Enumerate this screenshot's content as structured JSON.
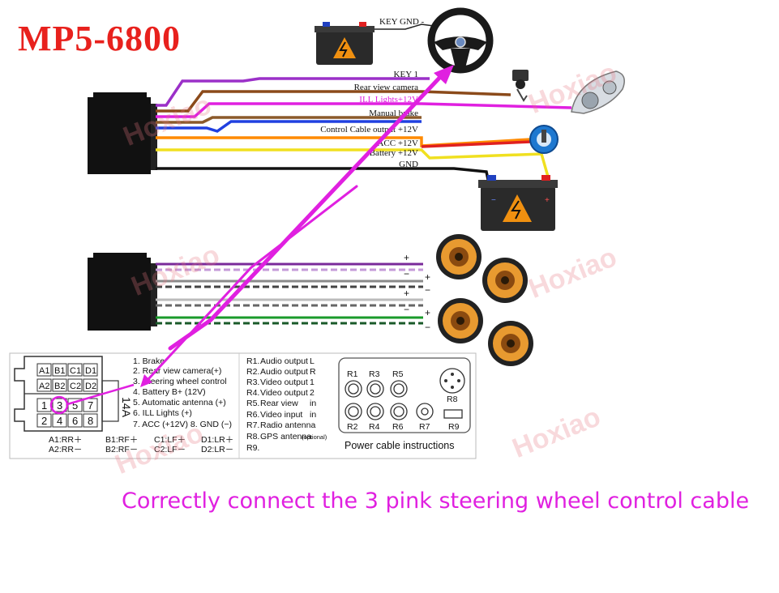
{
  "title": "MP5-6800",
  "watermark": "Hoxiao",
  "caption": "Correctly connect the 3 pink steering wheel control cable",
  "key_gnd_label": "KEY GND -",
  "harness_wires": [
    {
      "label": "KEY 1",
      "color": "#9b30c8"
    },
    {
      "label": "Rear view camera",
      "color": "#8b4a1a"
    },
    {
      "label": "ILL Lights+12V",
      "color": "#e020e0"
    },
    {
      "label": "Manual brake",
      "color": "#8b5a2b"
    },
    {
      "label": "Control Cable output +12V",
      "color": "#2040e0"
    },
    {
      "label": "ACC +12V",
      "color": "#e02020"
    },
    {
      "label": "Battery +12V",
      "color": "#f0e020"
    },
    {
      "label": "GND",
      "color": "#111111"
    }
  ],
  "speaker_wires": [
    {
      "sign": "+",
      "color": "#7a2a9a"
    },
    {
      "sign": "−",
      "color": "#8a8a8a"
    },
    {
      "sign": "+",
      "color": "#bbbbbb"
    },
    {
      "sign": "−",
      "color": "#1a9a2a"
    }
  ],
  "speaker_signs_right": [
    "+",
    "−",
    "+",
    "−"
  ],
  "iso_connector": {
    "side_label": "14A",
    "pins_left": [
      "A1",
      "B1",
      "C1",
      "D1",
      "A2",
      "B2",
      "C2",
      "D2"
    ],
    "pins_right": [
      "1",
      "3",
      "5",
      "7",
      "2",
      "4",
      "6",
      "8"
    ],
    "pin_list": [
      "1. Brake",
      "2. Rear view camera(+)",
      "3. Steering wheel control",
      "4. Battery B+ (12V)",
      "5. Automatic antenna (+)",
      "6. ILL  Lights (+)",
      "7. ACC (+12V)   8. GND (−)"
    ],
    "speaker_codes": [
      [
        "A1:RR＋",
        "B1:RF＋",
        "C1:LF＋",
        "D1:LR＋"
      ],
      [
        "A2:RR－",
        "B2:RF－",
        "C2:LF－",
        "D2:LR－"
      ]
    ]
  },
  "rca_list": [
    {
      "code": "R1.",
      "name": "Audio output",
      "ch": "L"
    },
    {
      "code": "R2.",
      "name": "Audio output",
      "ch": "R"
    },
    {
      "code": "R3.",
      "name": "Video output",
      "ch": "1"
    },
    {
      "code": "R4.",
      "name": "Video output",
      "ch": "2"
    },
    {
      "code": "R5.",
      "name": "Rear view",
      "ch": "in"
    },
    {
      "code": "R6.",
      "name": "Video input",
      "ch": "in"
    },
    {
      "code": "R7.",
      "name": "Radio antenna",
      "ch": ""
    },
    {
      "code": "R8.",
      "name": "GPS antenna",
      "ch": "(optional)"
    },
    {
      "code": "R9.",
      "name": "",
      "ch": ""
    }
  ],
  "rca_panel": {
    "top_labels": [
      "R1",
      "R3",
      "R5"
    ],
    "bottom_labels": [
      "R2",
      "R4",
      "R6",
      "R7",
      "R9"
    ],
    "r8_label": "R8",
    "caption": "Power cable instructions"
  },
  "colors": {
    "title_red": "#e8211d",
    "pink": "#e020e0"
  }
}
